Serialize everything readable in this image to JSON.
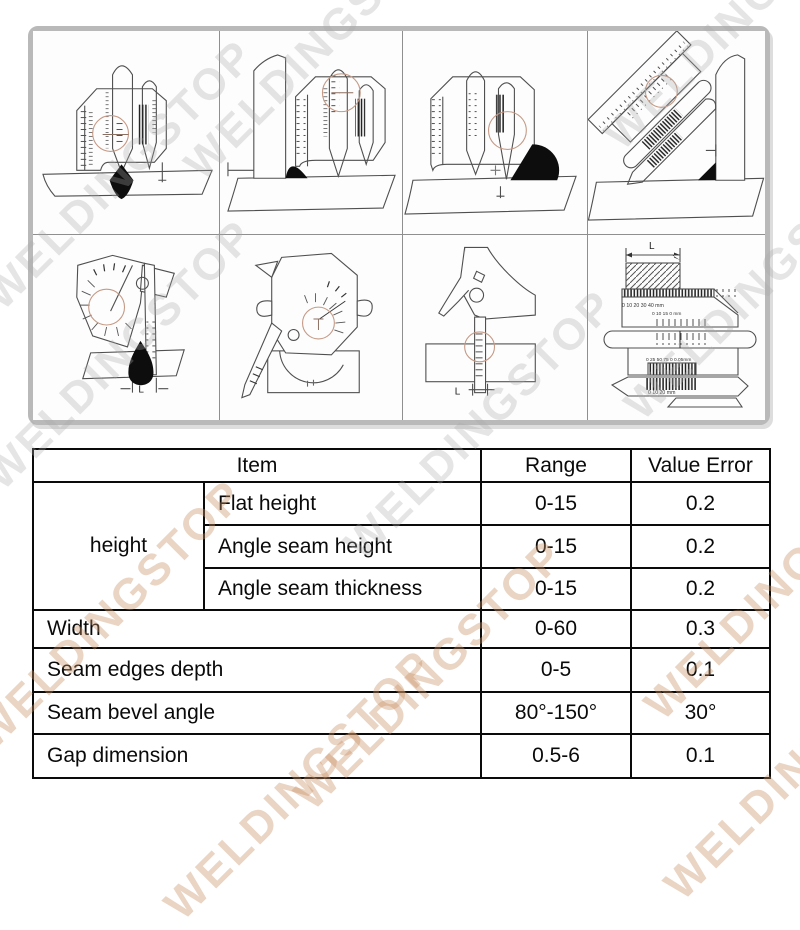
{
  "watermark": {
    "text": "WELDINGSTOP"
  },
  "colors": {
    "frame_border": "#b9b9b9",
    "panel_line": "#4f4f4f",
    "weld_fill": "#0d0d0d",
    "highlight_circle": "#c59a86",
    "table_border": "#0a0a0a",
    "watermark_gray": "rgba(168,168,168,0.30)",
    "watermark_tan": "rgba(200,142,98,0.38)"
  },
  "diagrams": {
    "panels": [
      {
        "name": "gauge-butt-weld-height"
      },
      {
        "name": "gauge-fillet-vertical-plate"
      },
      {
        "name": "gauge-seam-pointer-bead"
      },
      {
        "name": "gauge-45-degree-fillet"
      },
      {
        "name": "gauge-bevel-angle-teardrop",
        "label": "L"
      },
      {
        "name": "gauge-bevel-angle-pointer"
      },
      {
        "name": "gauge-gap-depth",
        "label": "L"
      },
      {
        "name": "gauge-scale-detail",
        "label": "L",
        "scale_top": "0    10    20    30   40 mm",
        "scale_mid": "0      10      15      0 mm",
        "scale_low": "0 25 50 75 0   0.05mm",
        "scale_bottom": "0      10      20 mm"
      }
    ]
  },
  "table": {
    "header": {
      "item": "Item",
      "range": "Range",
      "value_error": "Value Error"
    },
    "height_group": {
      "label": "height",
      "subrows": [
        {
          "item": "Flat height",
          "range": "0-15",
          "error": "0.2"
        },
        {
          "item": "Angle seam height",
          "range": "0-15",
          "error": "0.2"
        },
        {
          "item": "Angle seam thickness",
          "range": "0-15",
          "error": "0.2"
        }
      ]
    },
    "simple_rows": [
      {
        "item": "Width",
        "range": "0-60",
        "error": "0.3"
      },
      {
        "item": "Seam edges depth",
        "range": "0-5",
        "error": "0.1"
      },
      {
        "item": "Seam bevel angle",
        "range": "80°-150°",
        "error": "30°"
      },
      {
        "item": "Gap dimension",
        "range": "0.5-6",
        "error": "0.1"
      }
    ]
  }
}
